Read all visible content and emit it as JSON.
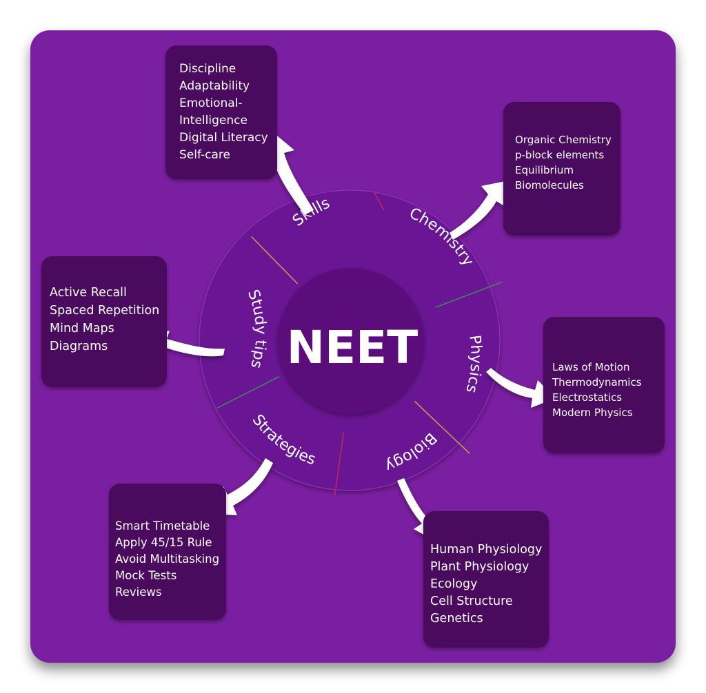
{
  "center": {
    "label": "NEET"
  },
  "colors": {
    "panel": "#7b1fa2",
    "box": "#4a0a5e",
    "ring": "#6a1694",
    "center": "#5b0a7c",
    "text": "#ffffff",
    "divider_red": "#c0285a",
    "divider_green": "#3f8f5a",
    "divider_yellow": "#c8a04a"
  },
  "segments": [
    {
      "key": "skills",
      "label": "Skills",
      "items": [
        "Discipline",
        "Adaptability",
        "Emotional-Intelligence",
        "Digital Literacy",
        "Self-care"
      ]
    },
    {
      "key": "chemistry",
      "label": "Chemistry",
      "items": [
        "Organic Chemistry",
        "p-block elements",
        "Equilibrium",
        "Biomolecules"
      ]
    },
    {
      "key": "physics",
      "label": "Physics",
      "items": [
        "Laws of Motion",
        "Thermodynamics",
        "Electrostatics",
        "Modern Physics"
      ]
    },
    {
      "key": "biology",
      "label": "Biology",
      "items": [
        "Human Physiology",
        "Plant Physiology",
        "Ecology",
        "Cell Structure",
        "Genetics"
      ]
    },
    {
      "key": "strategies",
      "label": "Strategies",
      "items": [
        "Smart Timetable",
        "Apply 45/15 Rule",
        "Avoid Multitasking",
        "Mock Tests",
        "Reviews"
      ]
    },
    {
      "key": "study_tips",
      "label": "Study tips",
      "items": [
        "Active Recall",
        "Spaced Repetition",
        "Mind Maps",
        "Diagrams"
      ]
    }
  ]
}
